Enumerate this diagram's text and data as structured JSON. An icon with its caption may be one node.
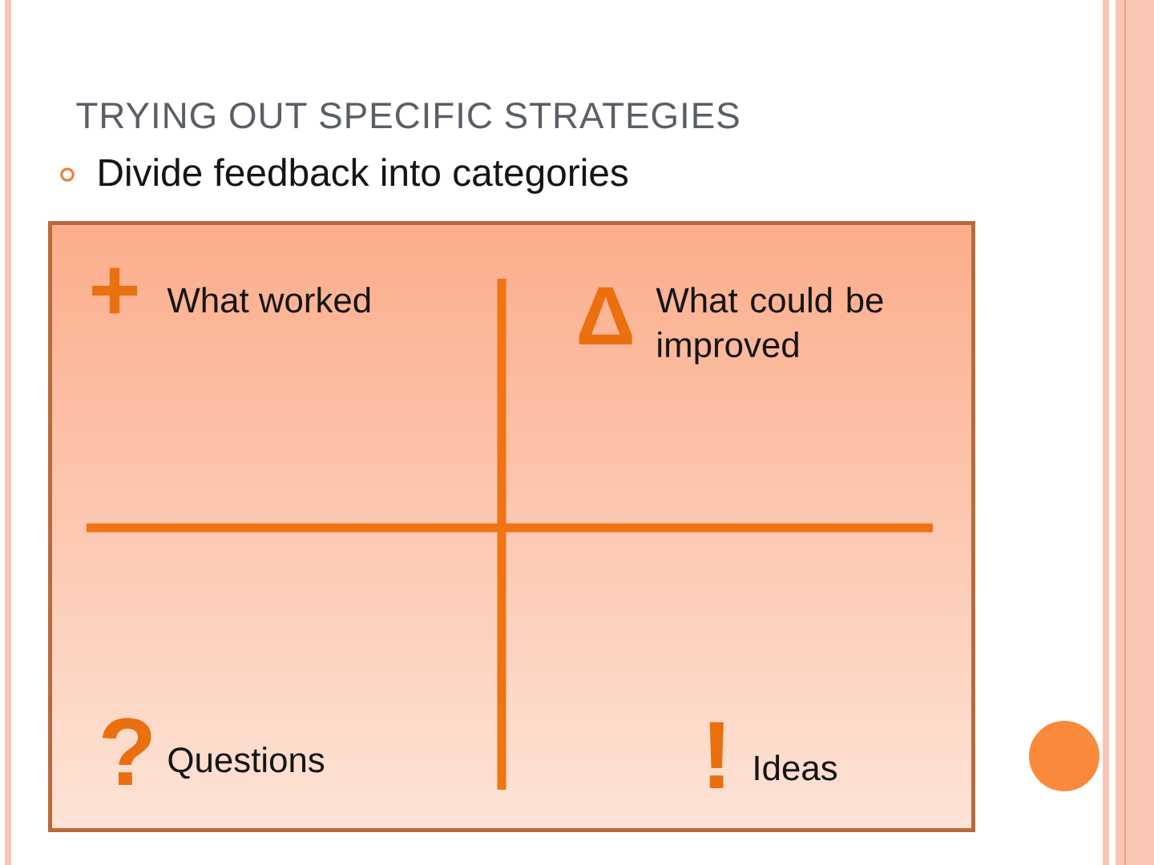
{
  "diagram": {
    "title": "TRYING OUT SPECIFIC STRATEGIES",
    "nodes": [
      {
        "text": [
          "+",
          "What worked",
          "Δ",
          "What could be improved",
          "?",
          "Questions",
          "!",
          "Ideas"
        ]
      }
    ],
    "labels": [
      "Divide feedback into categories"
    ]
  }
}
